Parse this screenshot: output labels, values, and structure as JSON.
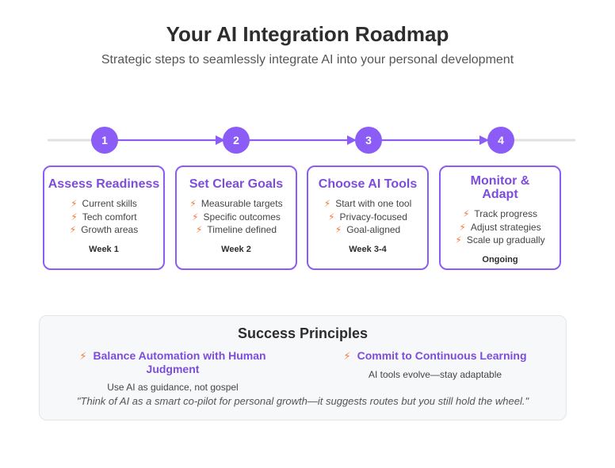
{
  "header": {
    "title": "Your AI Integration Roadmap",
    "subtitle": "Strategic steps to seamlessly integrate AI into your personal development"
  },
  "colors": {
    "accent": "#8b5cf6",
    "accent_text": "#7c4ddb",
    "bolt": "#f07a3c",
    "track": "#e0e0e0"
  },
  "icons": {
    "bullet": "lightning-bolt-icon"
  },
  "steps": [
    {
      "number": "1",
      "title": "Assess Readiness",
      "items": [
        "Current skills",
        "Tech comfort",
        "Growth areas"
      ],
      "when": "Week 1"
    },
    {
      "number": "2",
      "title": "Set Clear Goals",
      "items": [
        "Measurable targets",
        "Specific outcomes",
        "Timeline defined"
      ],
      "when": "Week 2"
    },
    {
      "number": "3",
      "title": "Choose AI Tools",
      "items": [
        "Start with one tool",
        "Privacy-focused",
        "Goal-aligned"
      ],
      "when": "Week 3-4"
    },
    {
      "number": "4",
      "title": "Monitor & Adapt",
      "items": [
        "Track progress",
        "Adjust strategies",
        "Scale up gradually"
      ],
      "when": "Ongoing"
    }
  ],
  "principles": {
    "title": "Success Principles",
    "items": [
      {
        "heading": "Balance Automation with Human Judgment",
        "description": "Use AI as guidance, not gospel"
      },
      {
        "heading": "Commit to Continuous Learning",
        "description": "AI tools evolve—stay adaptable"
      }
    ],
    "quote": "\"Think of AI as a smart co-pilot for personal growth—it suggests routes but you still hold the wheel.\""
  }
}
